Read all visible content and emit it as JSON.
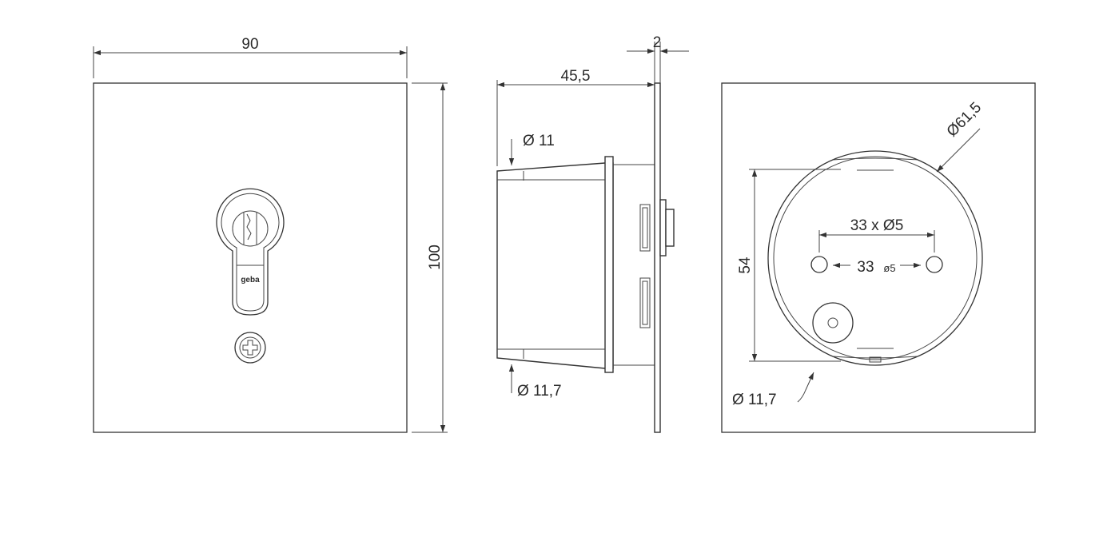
{
  "front_view": {
    "width_dim": "90",
    "height_dim": "100",
    "logo_text": "geba"
  },
  "side_view": {
    "depth_dim": "45,5",
    "plate_thickness_dim": "2",
    "top_diameter": "Ø 11",
    "bottom_diameter": "Ø 11,7"
  },
  "rear_view": {
    "outer_diameter": "Ø61,5",
    "height_dim": "54",
    "hole_spacing_label": "33 x Ø5",
    "inner_spacing": "33",
    "inner_hole": "ø5",
    "bottom_diameter": "Ø 11,7"
  }
}
